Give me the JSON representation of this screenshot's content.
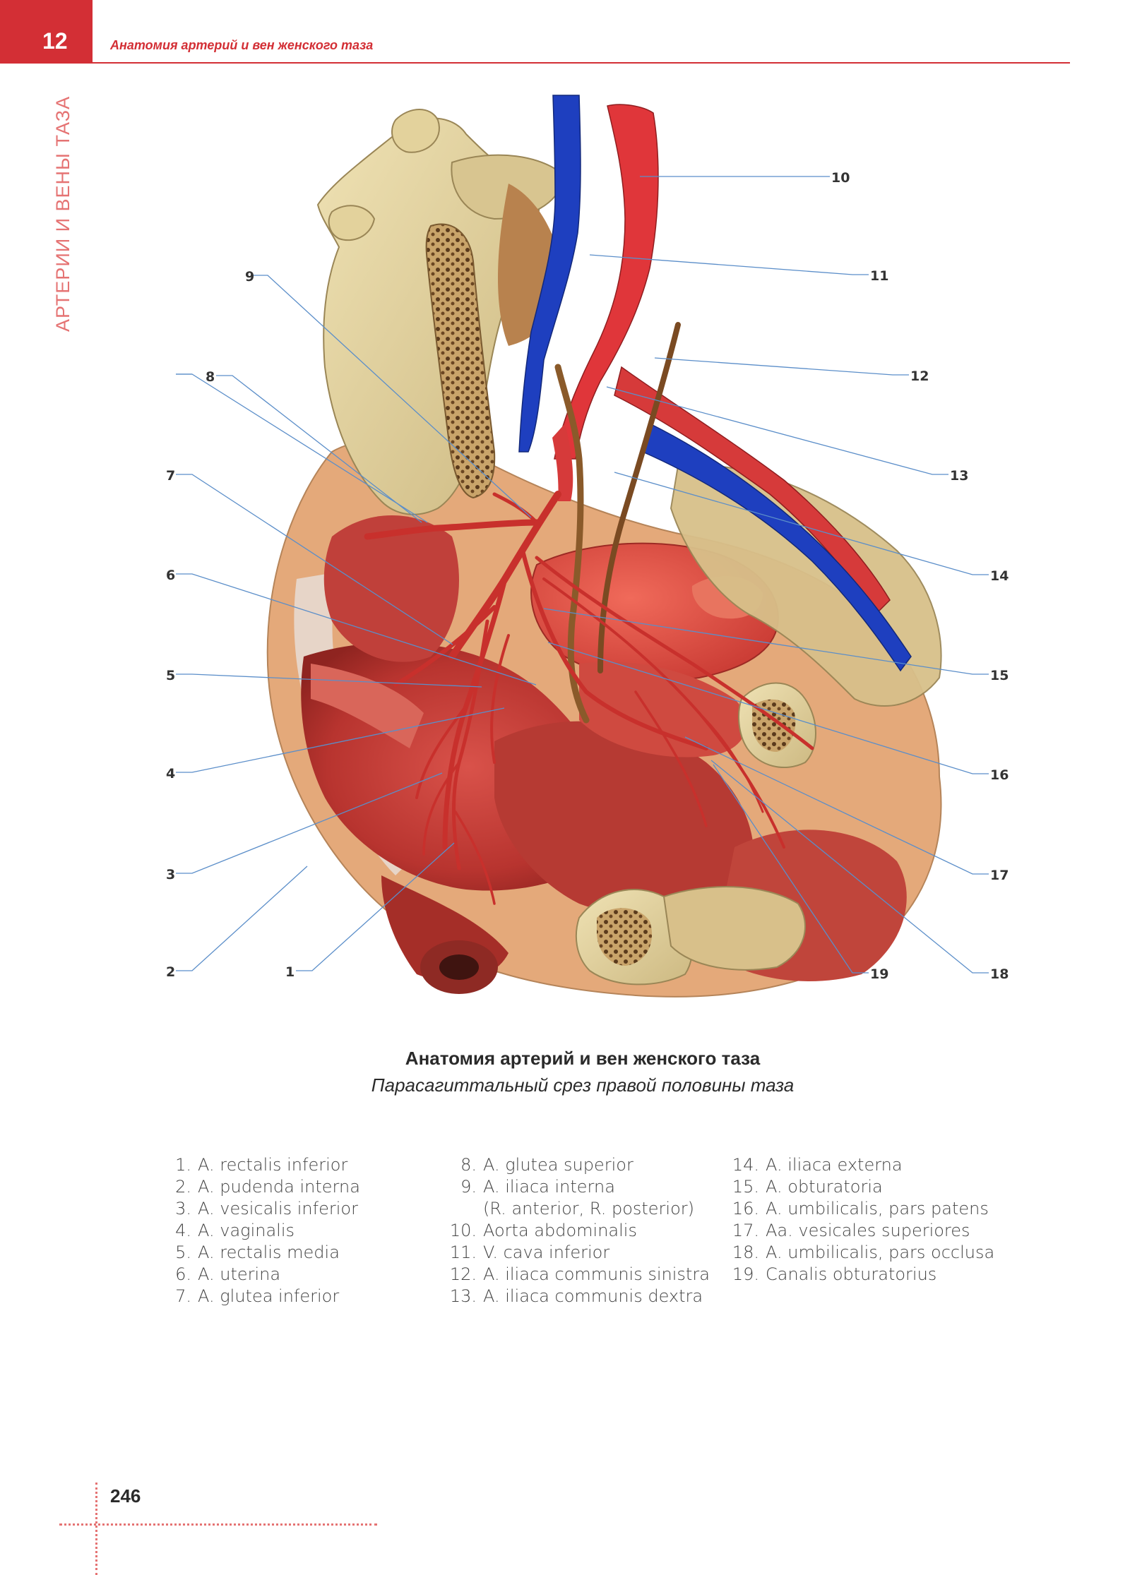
{
  "header": {
    "chapter_number": "12",
    "title": "Анатомия артерий и вен женского таза",
    "side_title": "АРТЕРИИ И ВЕНЫ ТАЗА"
  },
  "figure": {
    "callouts": [
      "1",
      "2",
      "3",
      "4",
      "5",
      "6",
      "7",
      "8",
      "9",
      "10",
      "11",
      "12",
      "13",
      "14",
      "15",
      "16",
      "17",
      "18",
      "19"
    ]
  },
  "caption": {
    "title": "Анатомия артерий и вен женского таза",
    "subtitle": "Парасагиттальный срез правой половины таза"
  },
  "legend": {
    "col1": [
      {
        "num": "1.",
        "text": "A. rectalis inferior"
      },
      {
        "num": "2.",
        "text": "A. pudenda interna"
      },
      {
        "num": "3.",
        "text": "A. vesicalis inferior"
      },
      {
        "num": "4.",
        "text": "A. vaginalis"
      },
      {
        "num": "5.",
        "text": "A. rectalis media"
      },
      {
        "num": "6.",
        "text": "A. uterina"
      },
      {
        "num": "7.",
        "text": "A. glutea inferior"
      }
    ],
    "col2": [
      {
        "num": "8.",
        "text": "A. glutea superior"
      },
      {
        "num": "9.",
        "text": "A. iliaca interna"
      },
      {
        "num": "",
        "text": "(R. anterior, R. posterior)"
      },
      {
        "num": "10.",
        "text": "Aorta abdominalis"
      },
      {
        "num": "11.",
        "text": "V. cava inferior"
      },
      {
        "num": "12.",
        "text": "A. iliaca communis sinistra"
      },
      {
        "num": "13.",
        "text": "A. iliaca communis dextra"
      }
    ],
    "col3": [
      {
        "num": "14.",
        "text": "A. iliaca externa"
      },
      {
        "num": "15.",
        "text": "A. obturatoria"
      },
      {
        "num": "16.",
        "text": "A. umbilicalis, pars patens"
      },
      {
        "num": "17.",
        "text": "Aa. vesicales superiores"
      },
      {
        "num": "18.",
        "text": "A. umbilicalis, pars occlusa"
      },
      {
        "num": "19.",
        "text": "Canalis obturatorius"
      }
    ]
  },
  "footer": {
    "page_number": "246"
  },
  "colors": {
    "accent": "#d32f35",
    "artery": "#d63a3a",
    "vein": "#1e3fbf",
    "bone": "#e6d7a8",
    "muscle": "#c8433f",
    "leader_line": "#5b8ec9"
  }
}
